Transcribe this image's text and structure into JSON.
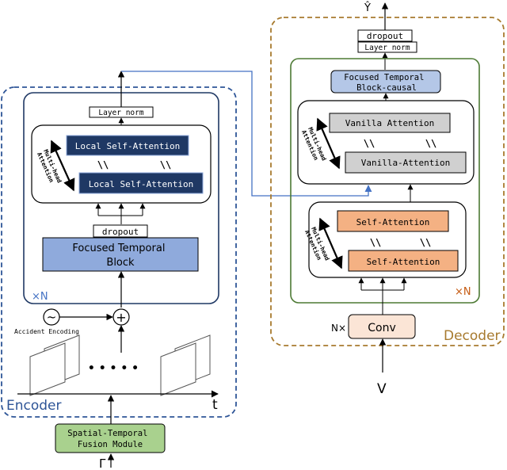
{
  "encoder": {
    "label": "Encoder",
    "time_label": "t",
    "repeat": "×N",
    "layer_norm": "Layer norm",
    "local_attention_1": "Local Self-Attention",
    "local_attention_2": "Local Self-Attention",
    "multi_head_line1": "Multi-head",
    "multi_head_line2": "Attention",
    "dropout": "dropout",
    "focused_block_line1": "Focused Temporal",
    "focused_block_line2": "Block",
    "accident_encoding": "Accident Encoding",
    "plus": "+",
    "tilde": "~",
    "ellipsis": "• • • • •",
    "fusion_line1": "Spatial-Temporal",
    "fusion_line2": "Fusion Module",
    "input": "Γ",
    "slashes": "\\\\"
  },
  "decoder": {
    "label": "Decoder",
    "output": "Ŷ",
    "dropout": "dropout",
    "layer_norm": "Layer norm",
    "focused_causal_line1": "Focused Temporal",
    "focused_causal_line2": "Block-causal",
    "vanilla_1": "Vanilla Attention",
    "vanilla_2": "Vanilla-Attention",
    "self_attention_1": "Self-Attention",
    "self_attention_2": "Self-Attention",
    "multi_head_line1": "Multi-head",
    "multi_head_line2": "Attention",
    "repeat": "×N",
    "conv_prefix": "N×",
    "conv": "Conv",
    "input": "V",
    "slashes": "\\\\"
  },
  "colors": {
    "encoder_dash": "#2e5597",
    "decoder_dash": "#a77a2e",
    "decoder_green": "#4d7a34",
    "dark_navy": "#1f3864",
    "light_blue": "#8faadc",
    "light_blue_panel": "#b4c7e7",
    "gray_block": "#d0d0d0",
    "orange_block": "#f4b183",
    "conv_fill": "#fbe5d6",
    "green_fill": "#a9d18e",
    "connector_blue": "#4472c4"
  }
}
